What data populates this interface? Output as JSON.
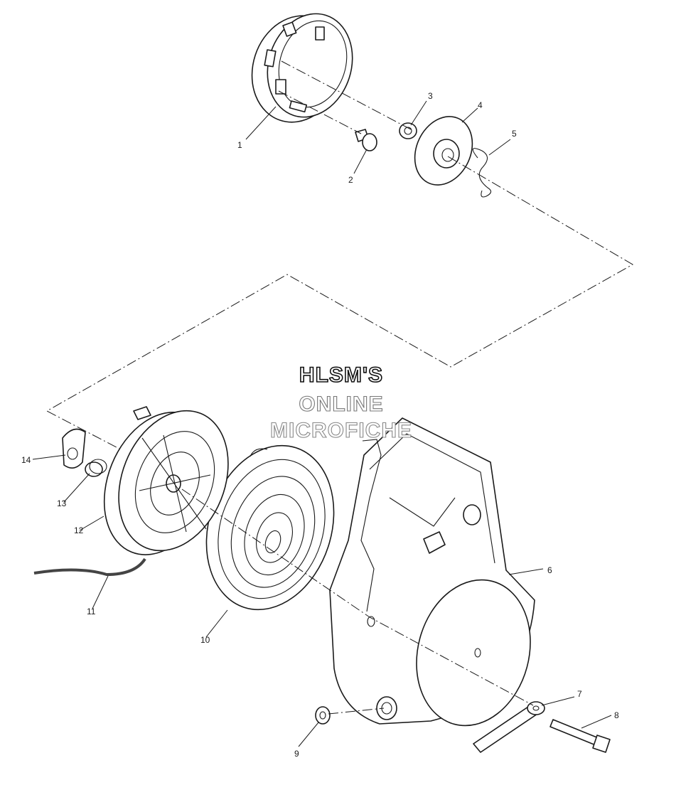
{
  "watermark": {
    "line1": "HLSM'S",
    "line2": "ONLINE",
    "line3": "MICROFICHE"
  },
  "callouts": [
    "1",
    "2",
    "3",
    "4",
    "5",
    "6",
    "7",
    "8",
    "9",
    "10",
    "11",
    "12",
    "13",
    "14"
  ]
}
